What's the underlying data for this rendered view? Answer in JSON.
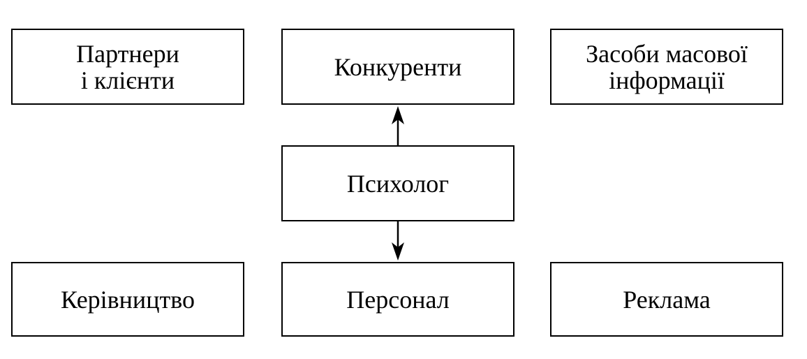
{
  "diagram": {
    "top_row": {
      "partners": {
        "line1": "Партнери",
        "line2": "і клієнти"
      },
      "competitors": {
        "label": "Конкуренти"
      },
      "media": {
        "line1": "Засоби масової",
        "line2": "інформації"
      }
    },
    "center": {
      "psychologist": {
        "label": "Психолог"
      }
    },
    "bottom_row": {
      "management": {
        "label": "Керівництво"
      },
      "personnel": {
        "label": "Персонал"
      },
      "advertising": {
        "label": "Реклама"
      }
    },
    "connections": [
      {
        "from": "Психолог",
        "to": "Конкуренти"
      },
      {
        "from": "Психолог",
        "to": "Персонал"
      }
    ],
    "colors": {
      "stroke": "#000000",
      "background": "#ffffff"
    }
  }
}
